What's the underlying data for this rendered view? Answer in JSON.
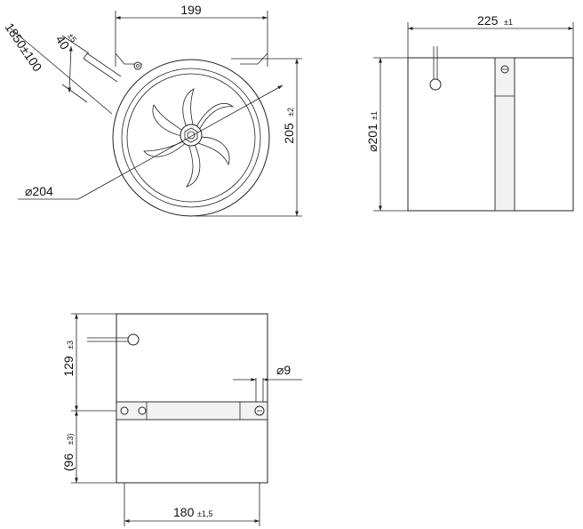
{
  "front_view": {
    "width_label": "199",
    "cable_offset_label": "40",
    "cable_offset_tol": "±5",
    "cable_length_label": "1850±100",
    "height_label": "205",
    "height_tol": "±2",
    "diameter_label": "⌀204"
  },
  "side_view": {
    "length_label": "225",
    "length_tol": "±1",
    "diameter_label": "⌀201",
    "diameter_tol": "±1"
  },
  "top_view": {
    "upper_label": "129",
    "upper_tol": "±3",
    "lower_label": "(96",
    "lower_tol": "±3)",
    "hole_label": "⌀9",
    "width_label": "180",
    "width_tol": "±1,5"
  },
  "icons": [
    "fan-impeller-icon",
    "hex-nut-icon",
    "screw-icon",
    "cable-gland-icon"
  ]
}
